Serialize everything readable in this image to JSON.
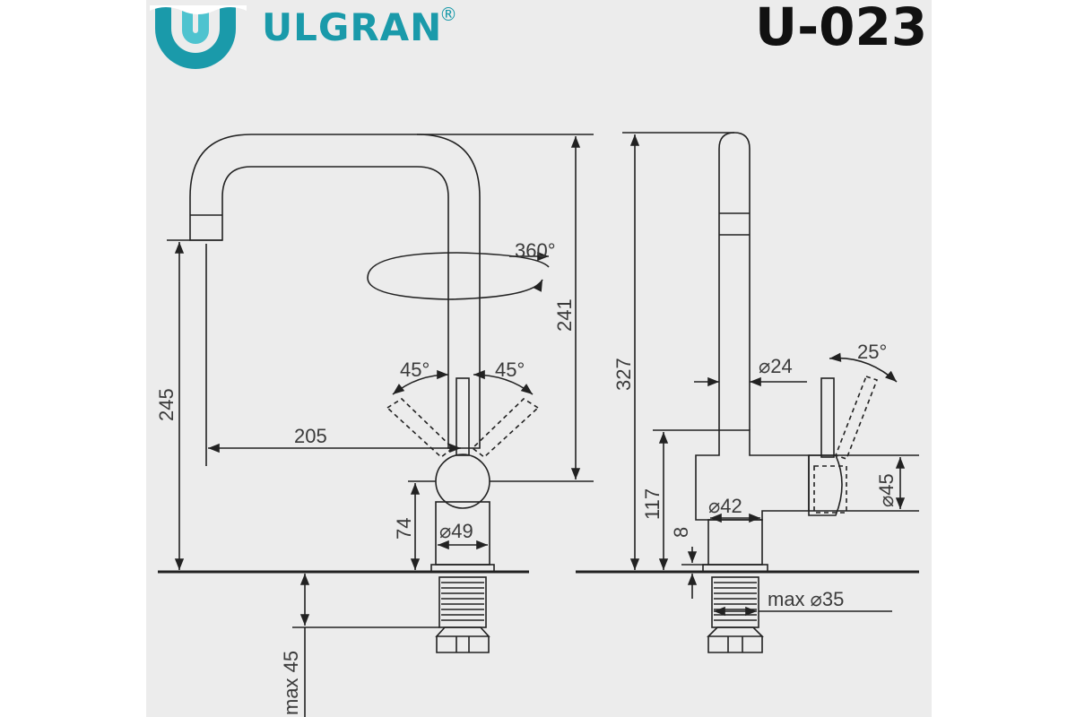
{
  "brand": {
    "name": "ULGRAN",
    "registered": "®",
    "colors": {
      "primary": "#1a9aaa",
      "light": "#4ec3cf"
    }
  },
  "model": {
    "code": "U-023"
  },
  "drawing": {
    "line_color": "#222222",
    "dim_color": "#3a3a3a",
    "front_view": {
      "rotation": "360°",
      "lever_angle_left": "45°",
      "lever_angle_right": "45°",
      "spout_reach": "205",
      "height_to_outlet": "245",
      "height_to_body": "241",
      "body_height": "74",
      "base_diameter": "⌀49",
      "max_mount_thickness": "max 45"
    },
    "side_view": {
      "total_height": "327",
      "spout_diameter": "⌀24",
      "lever_tilt": "25°",
      "body_top_height": "117",
      "base_height": "8",
      "body_diameter": "⌀42",
      "cartridge_diameter": "⌀45",
      "max_hole_diameter": "max ⌀35"
    }
  }
}
